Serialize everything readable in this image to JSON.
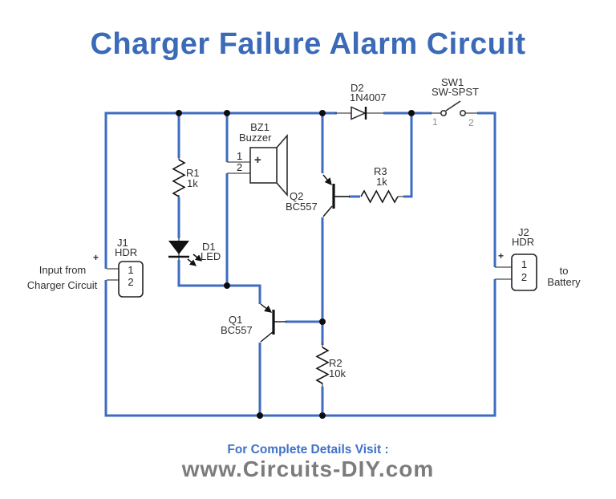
{
  "title": "Charger Failure Alarm Circuit",
  "footer": {
    "line1": "For Complete Details Visit :",
    "line2": "www.Circuits-DIY.com"
  },
  "colors": {
    "wire": "#3d6cc0",
    "symbol": "#1d1d1d",
    "title": "#3b6ab8",
    "footer_link": "#3f72c8",
    "footer_domain": "#7c7c7c"
  },
  "components": {
    "j1": {
      "ref": "J1",
      "type": "HDR",
      "pin1": "1",
      "pin2": "2",
      "plus": "+",
      "note_line1": "Input from",
      "note_line2": "Charger Circuit"
    },
    "r1": {
      "ref": "R1",
      "value": "1k"
    },
    "d1": {
      "ref": "D1",
      "value": "LED"
    },
    "bz1": {
      "ref": "BZ1",
      "value": "Buzzer",
      "pin1": "1",
      "pin2": "2",
      "plus": "+"
    },
    "q1": {
      "ref": "Q1",
      "value": "BC557"
    },
    "q2": {
      "ref": "Q2",
      "value": "BC557"
    },
    "r2": {
      "ref": "R2",
      "value": "10k"
    },
    "r3": {
      "ref": "R3",
      "value": "1k"
    },
    "d2": {
      "ref": "D2",
      "value": "1N4007"
    },
    "sw1": {
      "ref": "SW1",
      "value": "SW-SPST",
      "pin1": "1",
      "pin2": "2"
    },
    "j2": {
      "ref": "J2",
      "type": "HDR",
      "pin1": "1",
      "pin2": "2",
      "plus": "+",
      "note_line1": "to",
      "note_line2": "Battery"
    }
  }
}
